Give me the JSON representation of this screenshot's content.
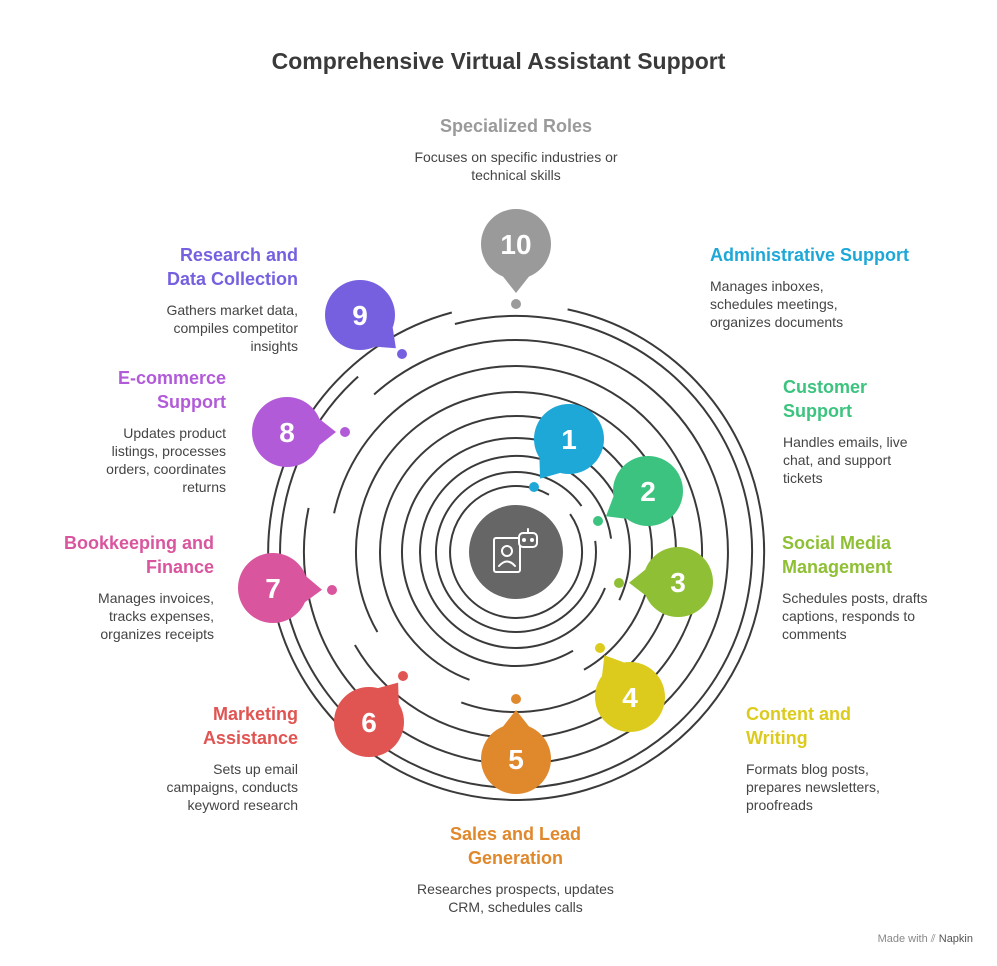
{
  "title": "Comprehensive Virtual Assistant Support",
  "center_icon": "virtual-assistant-icon",
  "items": [
    {
      "n": "1",
      "title": "Administrative Support",
      "desc": "Manages inboxes, schedules meetings, organizes documents",
      "color": "#1ea8d8"
    },
    {
      "n": "2",
      "title": "Customer Support",
      "desc": "Handles emails, live chat, and support tickets",
      "color": "#3cc37f"
    },
    {
      "n": "3",
      "title": "Social Media Management",
      "desc": "Schedules posts, drafts captions, responds to comments",
      "color": "#8ebf34"
    },
    {
      "n": "4",
      "title": "Content and Writing",
      "desc": "Formats blog posts, prepares newsletters, proofreads",
      "color": "#dccb1c"
    },
    {
      "n": "5",
      "title": "Sales and Lead Generation",
      "desc": "Researches prospects, updates CRM, schedules calls",
      "color": "#e0882c"
    },
    {
      "n": "6",
      "title": "Marketing Assistance",
      "desc": "Sets up email campaigns, conducts keyword research",
      "color": "#e05452"
    },
    {
      "n": "7",
      "title": "Bookkeeping and Finance",
      "desc": "Manages invoices, tracks expenses, organizes receipts",
      "color": "#d9559e"
    },
    {
      "n": "8",
      "title": "E-commerce Support",
      "desc": "Updates product listings, processes orders, coordinates returns",
      "color": "#b25bd9"
    },
    {
      "n": "9",
      "title": "Research and Data Collection",
      "desc": "Gathers market data, compiles competitor insights",
      "color": "#7660e0"
    },
    {
      "n": "10",
      "title": "Specialized Roles",
      "desc": "Focuses on specific industries or technical skills",
      "color": "#9a9a9a"
    }
  ],
  "footer": {
    "made_with": "Made with",
    "brand": "Napkin"
  }
}
